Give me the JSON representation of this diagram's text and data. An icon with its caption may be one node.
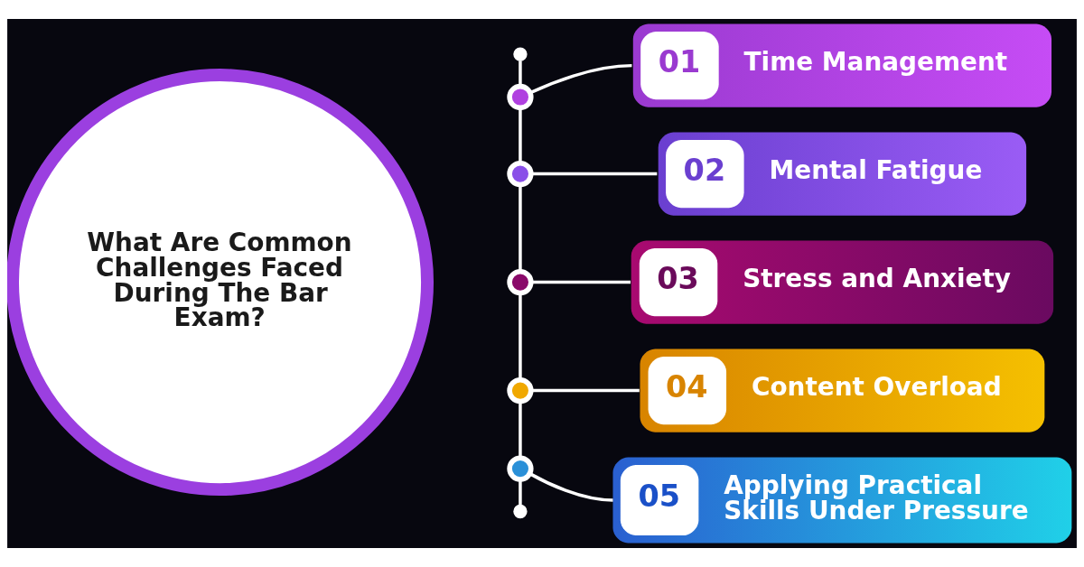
{
  "diagram": {
    "nodes": [
      {
        "text": [
          "What Are Common Challenges Faced During The Bar Exam?"
        ]
      },
      {
        "text": [],
        "shape": "circle"
      },
      {
        "text": [],
        "shape": "circle"
      },
      {
        "text": [
          "01",
          "Time Management"
        ]
      },
      {
        "text": [],
        "shape": "circle"
      },
      {
        "text": [
          "02",
          "Mental Fatigue"
        ]
      },
      {
        "text": [],
        "shape": "circle"
      },
      {
        "text": [
          "03",
          "Stress and Anxiety"
        ]
      },
      {
        "text": [],
        "shape": "circle"
      },
      {
        "text": [
          "04",
          "Content Overload"
        ]
      },
      {
        "text": [],
        "shape": "circle"
      },
      {
        "text": [
          "05",
          "Applying Practical Skills Under Pressure"
        ]
      },
      {
        "text": [],
        "shape": "circle"
      }
    ],
    "edges": [
      {
        "from": 1,
        "to": 2,
        "arrow": "none"
      },
      {
        "from": 2,
        "to": 3,
        "arrow": "none"
      },
      {
        "from": 2,
        "to": 4,
        "arrow": "none"
      },
      {
        "from": 4,
        "to": 5,
        "arrow": "none"
      },
      {
        "from": 4,
        "to": 6,
        "arrow": "none"
      },
      {
        "from": 6,
        "to": 7,
        "arrow": "none"
      },
      {
        "from": 6,
        "to": 8,
        "arrow": "none"
      },
      {
        "from": 8,
        "to": 9,
        "arrow": "none"
      },
      {
        "from": 8,
        "to": 10,
        "arrow": "none"
      },
      {
        "from": 10,
        "to": 11,
        "arrow": "none"
      },
      {
        "from": 10,
        "to": 12,
        "arrow": "none"
      }
    ]
  }
}
